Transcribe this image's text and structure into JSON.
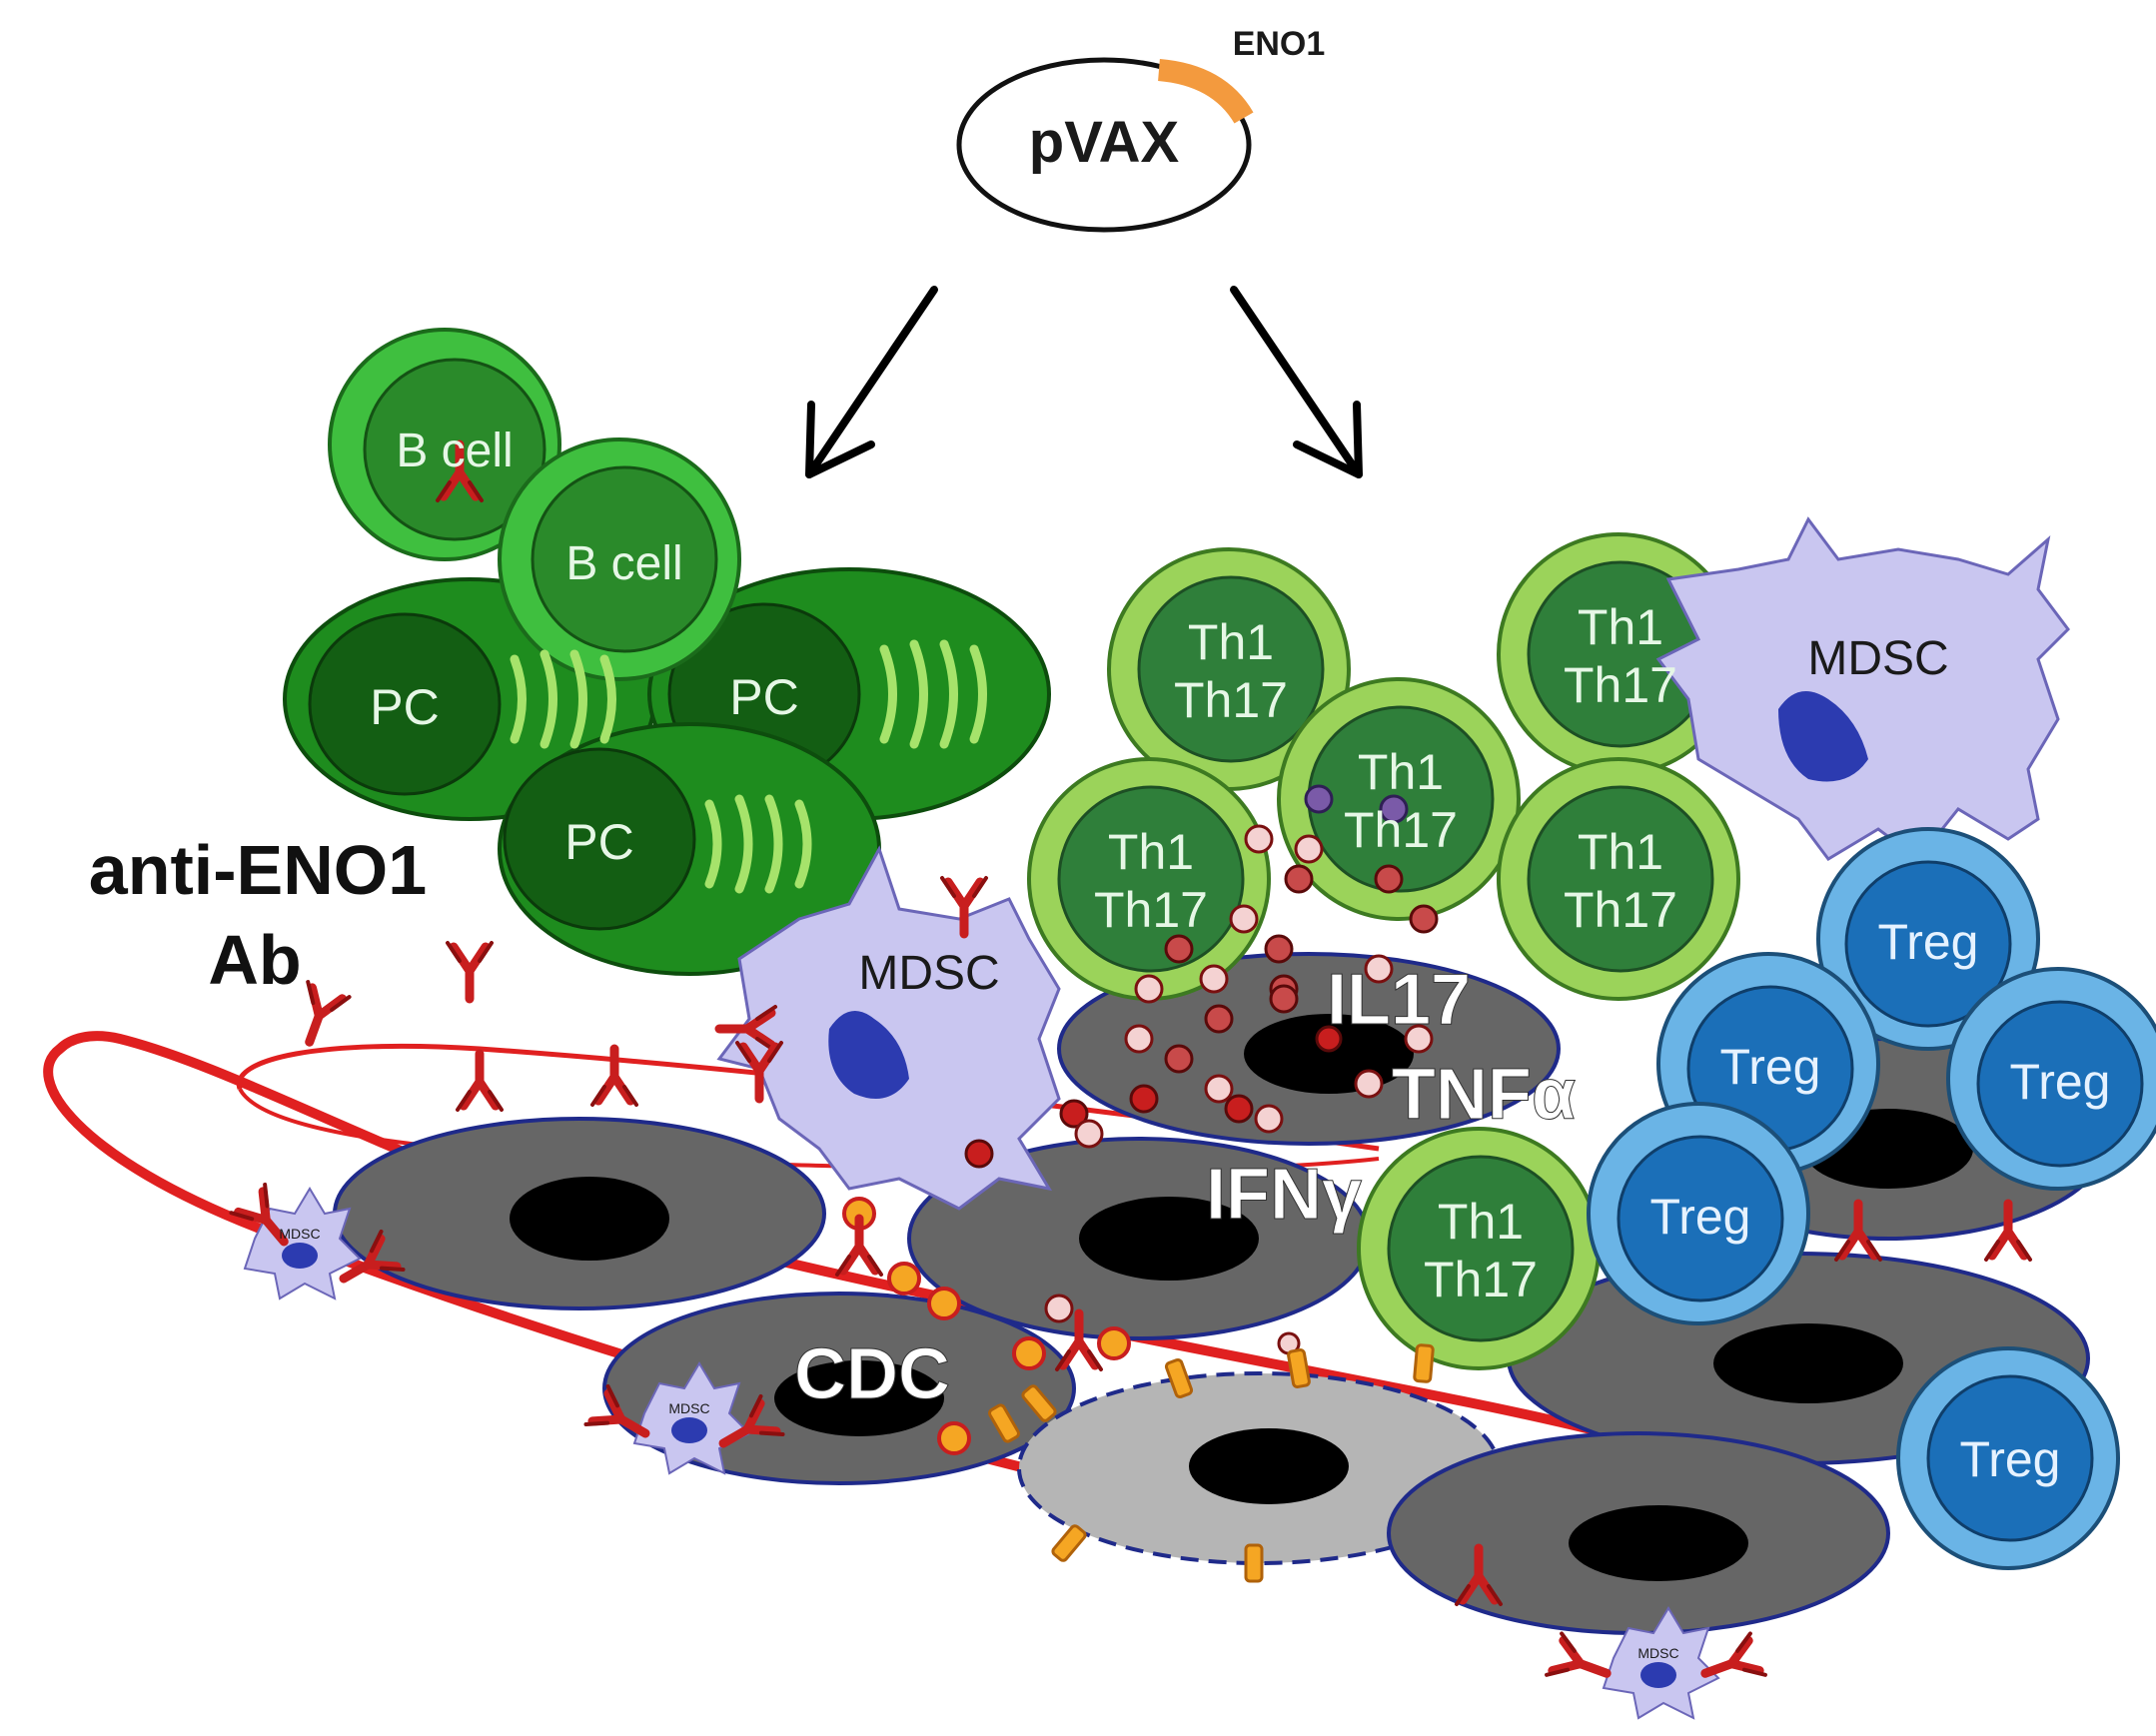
{
  "plasmid": {
    "name": "pVAX",
    "insert": "ENO1"
  },
  "antibody": {
    "line1": "anti-ENO1",
    "line2": "Ab"
  },
  "cells": {
    "b_cell": "B cell",
    "plasma_cell": "PC",
    "th_line1": "Th1",
    "th_line2": "Th17",
    "mdsc": "MDSC",
    "treg": "Treg"
  },
  "cytokines": {
    "il17": "IL17",
    "tnf": "TNFα",
    "ifn": "IFNγ"
  },
  "mechanism": "CDC",
  "colors": {
    "green_dark": "#1e8c1e",
    "green_light": "#3fbf3f",
    "th_outer": "#9bd35a",
    "th_inner": "#2f7f3a",
    "mdsc_fill": "#c9c6f0",
    "nucleus_blue": "#2c3bb0",
    "treg_outer": "#6ab4e6",
    "treg_inner": "#1b6fb8",
    "tumor_gray": "#666666",
    "tumor_lightgray": "#b5b5b5",
    "antibody_red": "#c81e1e",
    "vessel_red": "#e02020",
    "complement_orange": "#f5a623",
    "eno1_orange": "#f39a3e"
  }
}
